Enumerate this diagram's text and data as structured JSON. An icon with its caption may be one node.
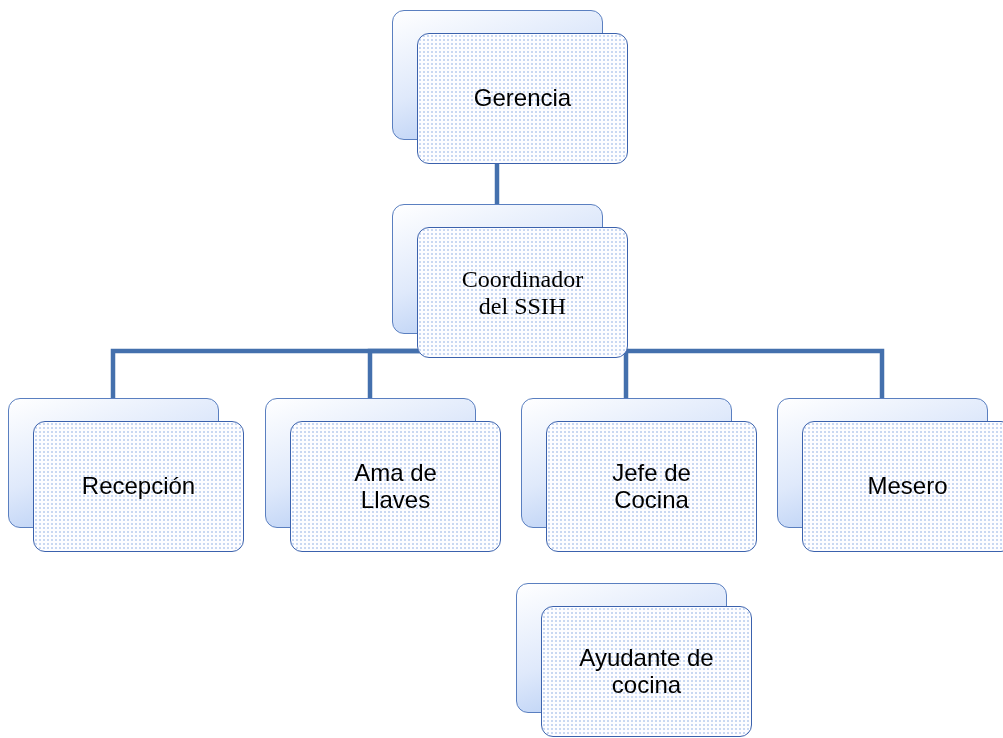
{
  "diagram": {
    "nodes": [
      {
        "text": [
          "Gerencia"
        ]
      },
      {
        "text": [
          "Coordinador del SSIH"
        ]
      },
      {
        "text": [
          "Recepción"
        ]
      },
      {
        "text": [
          "Ama de Llaves"
        ]
      },
      {
        "text": [
          "Jefe de Cocina"
        ]
      },
      {
        "text": [
          "Mesero"
        ]
      },
      {
        "text": [
          "Ayudante de cocina"
        ]
      }
    ],
    "edges": [
      {
        "from": 0,
        "to": 1,
        "arrow": "none"
      },
      {
        "from": 1,
        "to": 2,
        "arrow": "none"
      },
      {
        "from": 1,
        "to": 3,
        "arrow": "none"
      },
      {
        "from": 1,
        "to": 4,
        "arrow": "none"
      },
      {
        "from": 1,
        "to": 5,
        "arrow": "none"
      }
    ]
  }
}
